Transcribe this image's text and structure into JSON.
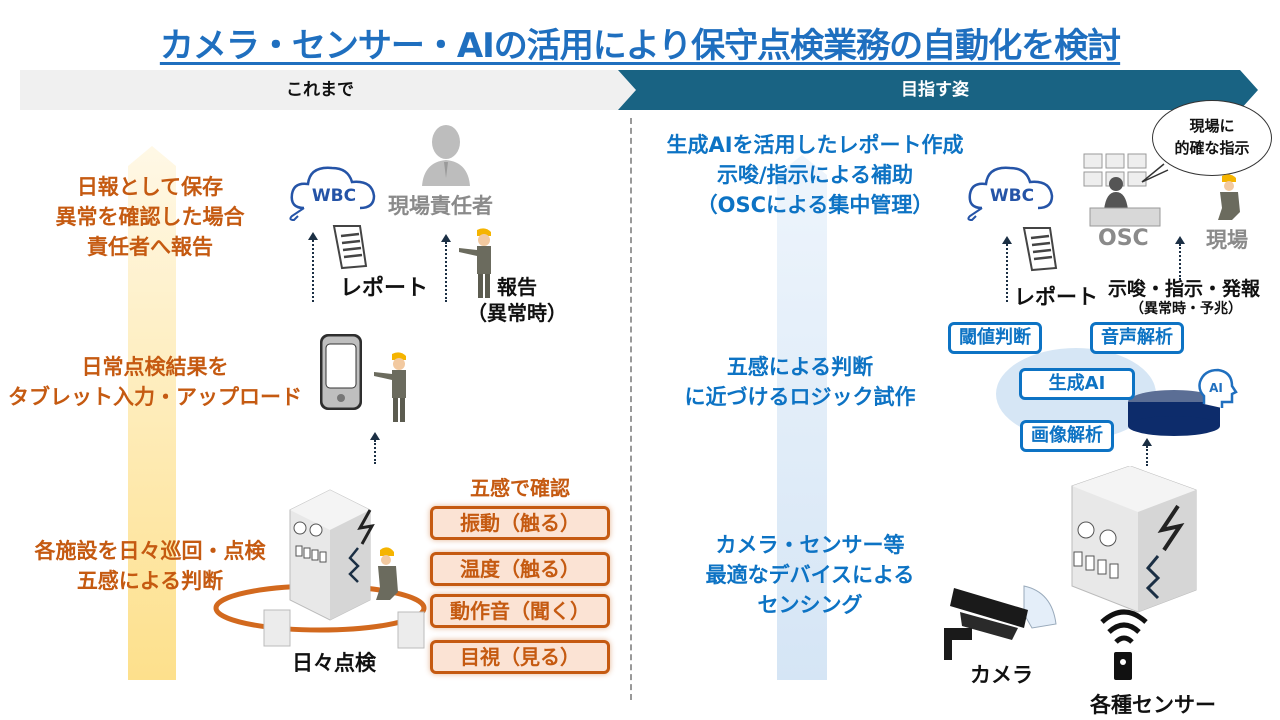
{
  "title": "カメラ・センサー・AIの活用により保守点検業務の自動化を検討",
  "bands": {
    "current": "これまで",
    "target": "目指す姿"
  },
  "left": {
    "step3": [
      "日報として保存",
      "異常を確認した場合",
      "責任者へ報告"
    ],
    "step2": [
      "日常点検結果を",
      "タブレット入力・アップロード"
    ],
    "step1": [
      "各施設を日々巡回・点検",
      "五感による判断"
    ],
    "cloud_label": "WBC",
    "manager_label": "現場責任者",
    "report_label": "レポート",
    "report_event": [
      "報告",
      "（異常時）"
    ],
    "five_senses_title": "五感で確認",
    "five_senses": [
      "振動（触る）",
      "温度（触る）",
      "動作音（聞く）",
      "目視（見る）"
    ],
    "daily_check_label": "日々点検"
  },
  "right": {
    "step3": [
      "生成AIを活用したレポート作成",
      "示唆/指示による補助",
      "（OSCによる集中管理）"
    ],
    "step2": [
      "五感による判断",
      "に近づけるロジック試作"
    ],
    "step1": [
      "カメラ・センサー等",
      "最適なデバイスによる",
      "センシング"
    ],
    "cloud_label": "WBC",
    "osc_label": "OSC",
    "site_label": "現場",
    "bubble": [
      "現場に",
      "的確な指示"
    ],
    "report_label": "レポート",
    "advice_label": "示唆・指示・発報",
    "advice_sub": "（異常時・予兆）",
    "ai_functions": [
      "閾値判断",
      "音声解析",
      "生成AI",
      "画像解析"
    ],
    "ai_icon_label": "AI",
    "camera_label": "カメラ",
    "sensor_label": "各種センサー"
  },
  "colors": {
    "title": "#1f6fbf",
    "orange": "#c55a11",
    "blue": "#0d73c4",
    "band_dark": "#196383",
    "band_light": "#f0f0f0"
  }
}
